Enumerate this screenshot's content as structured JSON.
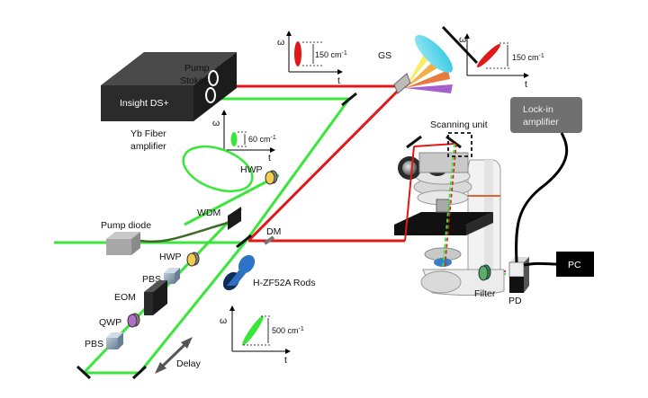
{
  "labels": {
    "pump": "Pump",
    "stokes": "Stokes",
    "laser": "Insight DS+",
    "gs": "GS",
    "scanning_unit": "Scanning unit",
    "lockin_line1": "Lock-in",
    "lockin_line2": "amplifier",
    "yb_line1": "Yb Fiber",
    "yb_line2": "amplifier",
    "hwp_top": "HWP",
    "wdm": "WDM",
    "pump_diode": "Pump diode",
    "hwp_mid": "HWP",
    "pbs_mid": "PBS",
    "eom": "EOM",
    "qwp": "QWP",
    "pbs_low": "PBS",
    "delay": "Delay",
    "dm": "DM",
    "rods": "H-ZF52A Rods",
    "filter": "Filter",
    "pd": "PD",
    "pc": "PC"
  },
  "insets": {
    "stokes_chirp": {
      "y_axis": "ω",
      "x_axis": "t",
      "bandwidth": "150 cm",
      "unit_exp": "-1"
    },
    "after_grating": {
      "y_axis": "ω",
      "x_axis": "t",
      "bandwidth": "150 cm",
      "unit_exp": "-1"
    },
    "pump_pulse": {
      "y_axis": "ω",
      "x_axis": "t",
      "bandwidth": "60 cm",
      "unit_exp": "-1"
    },
    "after_rods": {
      "y_axis": "ω",
      "x_axis": "t",
      "bandwidth": "500 cm",
      "unit_exp": "-1"
    }
  },
  "colors": {
    "pump_beam": "#39e639",
    "stokes_beam": "#e01818",
    "laser_box": "#2b2b2b",
    "lockin_box": "#707070",
    "pc_box": "#000000"
  }
}
